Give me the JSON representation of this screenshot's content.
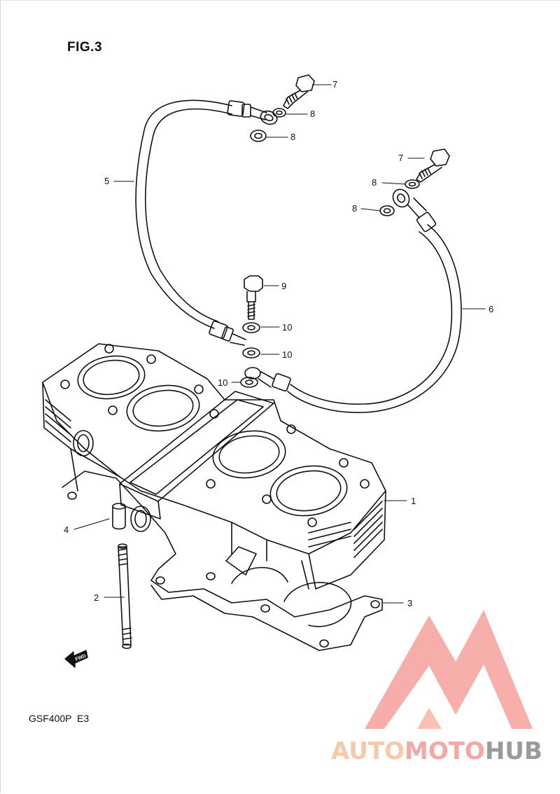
{
  "figure": {
    "title": "FIG.3",
    "model_code": "GSF400P  E3",
    "fwd_marker": "FWD"
  },
  "callouts": [
    {
      "id": "cylinder",
      "label": "1"
    },
    {
      "id": "stud",
      "label": "2"
    },
    {
      "id": "gasket",
      "label": "3"
    },
    {
      "id": "dowel-pin",
      "label": "4"
    },
    {
      "id": "oil-hose-left",
      "label": "5"
    },
    {
      "id": "oil-hose-right",
      "label": "6"
    },
    {
      "id": "union-bolt-top-left",
      "label": "7"
    },
    {
      "id": "union-bolt-top-right",
      "label": "7"
    },
    {
      "id": "washer-top-left-a",
      "label": "8"
    },
    {
      "id": "washer-top-left-b",
      "label": "8"
    },
    {
      "id": "washer-top-right-a",
      "label": "8"
    },
    {
      "id": "washer-top-right-b",
      "label": "8"
    },
    {
      "id": "union-bolt-center",
      "label": "9"
    },
    {
      "id": "washer-center-a",
      "label": "10"
    },
    {
      "id": "washer-center-b",
      "label": "10"
    },
    {
      "id": "washer-center-c",
      "label": "10"
    }
  ],
  "watermark": {
    "part1": "AUTO",
    "part2": "MOTO",
    "part3": "HUB",
    "colors": {
      "auto": "#f7c9a8",
      "moto": "#f4a7a4",
      "hub": "#9a9a9a",
      "logo": "#f6a19c"
    }
  }
}
